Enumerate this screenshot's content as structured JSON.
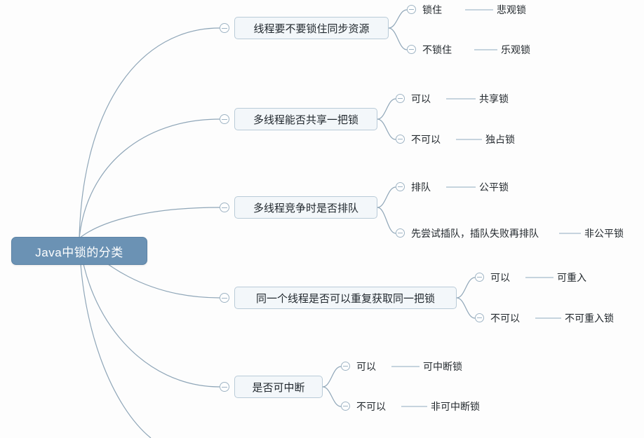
{
  "diagram": {
    "title": "Java中锁的分类",
    "type": "mindmap",
    "background_color": "#fdfdfd",
    "root": {
      "label": "Java中锁的分类",
      "fill_color": "#6b92b4",
      "text_color": "#ffffff"
    },
    "node_style": {
      "branch_fill": "#f3f7fa",
      "branch_border": "#b9cbd8",
      "edge_color": "#8fa6b8",
      "icon_color": "#9fb4c4"
    },
    "branches": [
      {
        "label": "线程要不要锁住同步资源",
        "collapse_icon": "minus-circle-icon",
        "children": [
          {
            "label": "锁住",
            "value": "悲观锁",
            "collapse_icon": "minus-circle-icon"
          },
          {
            "label": "不锁住",
            "value": "乐观锁",
            "collapse_icon": "minus-circle-icon"
          }
        ]
      },
      {
        "label": "多线程能否共享一把锁",
        "collapse_icon": "minus-circle-icon",
        "children": [
          {
            "label": "可以",
            "value": "共享锁",
            "collapse_icon": "minus-circle-icon"
          },
          {
            "label": "不可以",
            "value": "独占锁",
            "collapse_icon": "minus-circle-icon"
          }
        ]
      },
      {
        "label": "多线程竞争时是否排队",
        "collapse_icon": "minus-circle-icon",
        "children": [
          {
            "label": "排队",
            "value": "公平锁",
            "collapse_icon": "minus-circle-icon"
          },
          {
            "label": "先尝试插队，插队失败再排队",
            "value": "非公平锁",
            "collapse_icon": "minus-circle-icon"
          }
        ]
      },
      {
        "label": "同一个线程是否可以重复获取同一把锁",
        "collapse_icon": "minus-circle-icon",
        "children": [
          {
            "label": "可以",
            "value": "可重入",
            "collapse_icon": "minus-circle-icon"
          },
          {
            "label": "不可以",
            "value": "不可重入锁",
            "collapse_icon": "minus-circle-icon"
          }
        ]
      },
      {
        "label": "是否可中断",
        "collapse_icon": "minus-circle-icon",
        "children": [
          {
            "label": "可以",
            "value": "可中断锁",
            "collapse_icon": "minus-circle-icon"
          },
          {
            "label": "不可以",
            "value": "非可中断锁",
            "collapse_icon": "minus-circle-icon"
          }
        ]
      }
    ]
  }
}
